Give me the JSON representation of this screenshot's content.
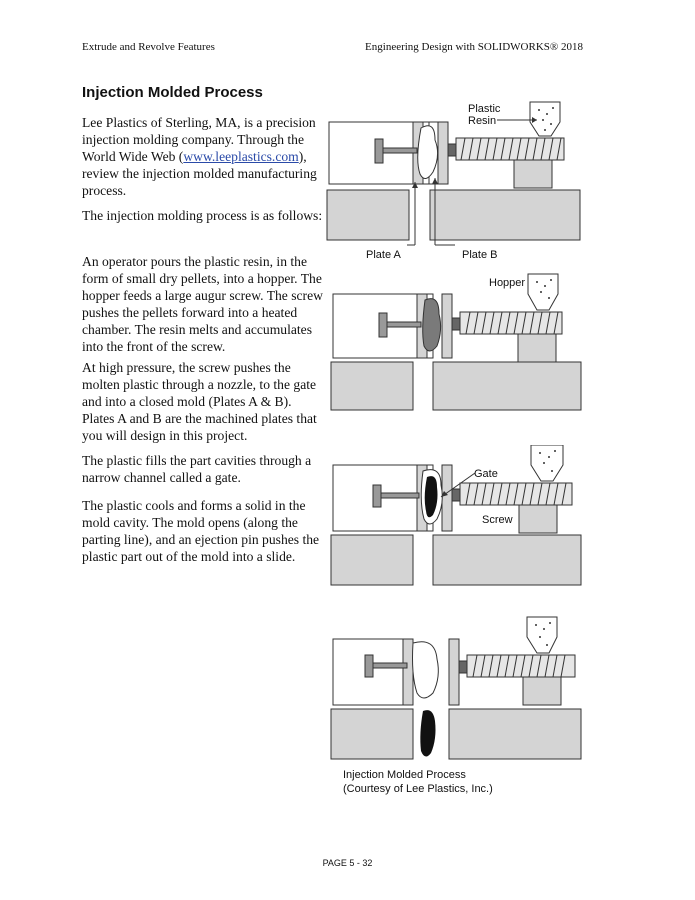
{
  "header": {
    "left": "Extrude and Revolve Features",
    "right": "Engineering Design with SOLIDWORKS® 2018"
  },
  "title": "Injection Molded Process",
  "paragraphs": {
    "p1_pre": "Lee Plastics of Sterling, MA, is a precision injection molding company. Through the World Wide Web (",
    "p1_link": "www.leeplastics.com",
    "p1_post": "), review the injection molded manufacturing process.",
    "p2": "The injection molding process is as follows:",
    "p3": "An operator pours the plastic resin, in the form of small dry pellets, into a hopper. The hopper feeds a large augur screw. The screw pushes the pellets forward into a heated chamber. The resin melts and accumulates into the front of the screw.",
    "p4": "At high pressure, the screw pushes the molten plastic through a nozzle, to the gate and into a closed mold (Plates A & B). Plates A and B are the machined plates that you will design in this project.",
    "p5": "The plastic fills the part cavities through a narrow channel called a gate.",
    "p6": "The plastic cools and forms a solid in the mold cavity. The mold opens (along the parting line), and an ejection pin pushes the plastic part out of the mold into a slide."
  },
  "figure_labels": {
    "plastic": "Plastic",
    "resin": "Resin",
    "plate_a": "Plate A",
    "plate_b": "Plate B",
    "hopper": "Hopper",
    "gate": "Gate",
    "screw": "Screw"
  },
  "caption": {
    "line1": "Injection Molded Process",
    "line2": "(Courtesy of Lee Plastics, Inc.)"
  },
  "page_number": "PAGE 5 - 32",
  "colors": {
    "housing": "#d4d4d4",
    "plastic_melt": "#7a7a7a",
    "plastic_solid": "#111111",
    "line": "#333333"
  }
}
